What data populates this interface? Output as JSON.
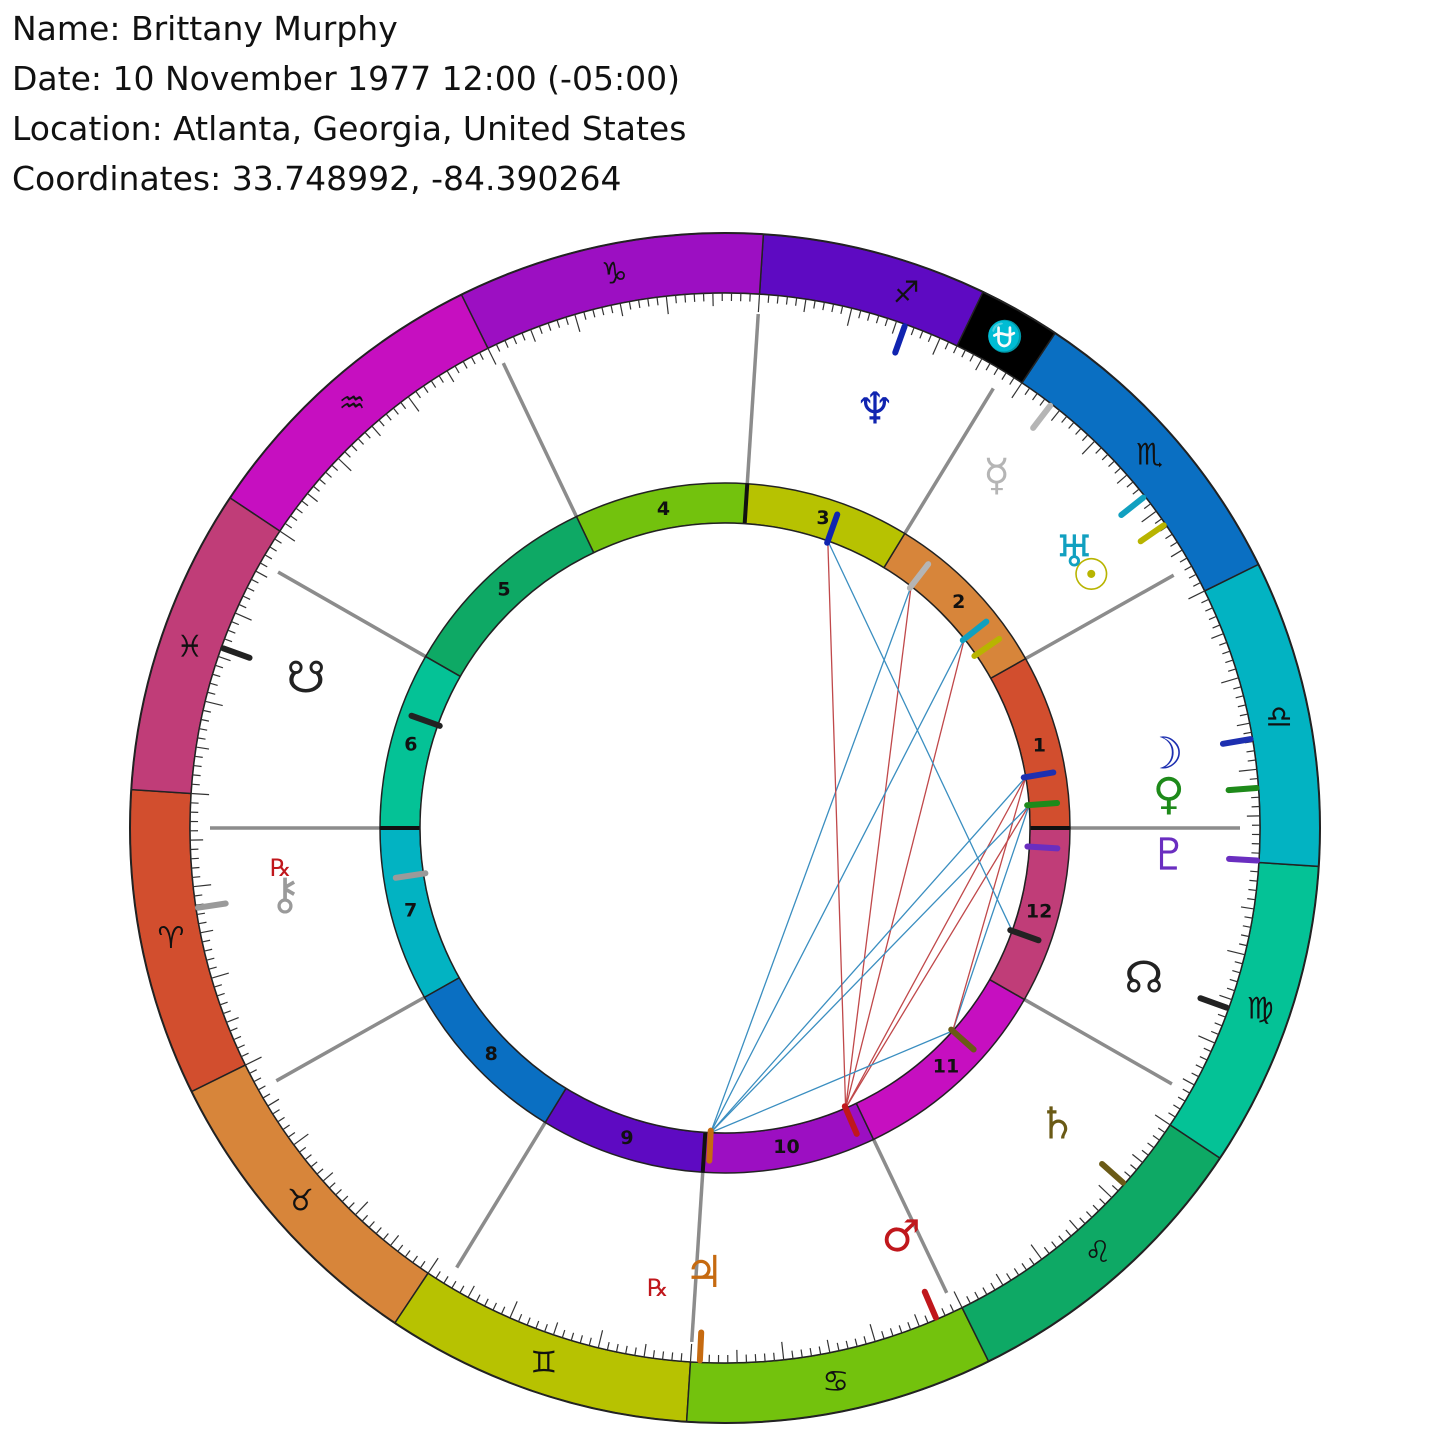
{
  "info": {
    "name": "Name: Brittany Murphy",
    "date": "Date: 10 November 1977 12:00 (-05:00)",
    "location": "Location: Atlanta, Georgia, United States",
    "coordinates": "Coordinates: 33.748992, -84.390264"
  },
  "chart_data": {
    "type": "natal-wheel",
    "ascendant": 3.7,
    "signs": [
      {
        "name": "Aries",
        "glyph": "♈",
        "color": "#d24e2e"
      },
      {
        "name": "Taurus",
        "glyph": "♉",
        "color": "#d7853a"
      },
      {
        "name": "Gemini",
        "glyph": "♊",
        "color": "#b7c201"
      },
      {
        "name": "Cancer",
        "glyph": "♋",
        "color": "#73c20d"
      },
      {
        "name": "Leo",
        "glyph": "♌",
        "color": "#0ea965"
      },
      {
        "name": "Virgo",
        "glyph": "♍",
        "color": "#04c296"
      },
      {
        "name": "Libra",
        "glyph": "♎",
        "color": "#02b3c2"
      },
      {
        "name": "Scorpio",
        "glyph": "♏",
        "color": "#0a6fc2"
      },
      {
        "name": "Sagittarius",
        "glyph": "♐",
        "color": "#5e0ac2"
      },
      {
        "name": "Capricorn",
        "glyph": "♑",
        "color": "#9c0fc2"
      },
      {
        "name": "Aquarius",
        "glyph": "♒",
        "color": "#c60fc0"
      },
      {
        "name": "Pisces",
        "glyph": "♓",
        "color": "#c03d78"
      }
    ],
    "houses": [
      {
        "number": "1",
        "cusp": 183.7,
        "color": "#d24e2e"
      },
      {
        "number": "2",
        "cusp": 213.1,
        "color": "#d7853a"
      },
      {
        "number": "3",
        "cusp": 242.3,
        "color": "#b7c201"
      },
      {
        "number": "4",
        "cusp": 270.0,
        "color": "#73c20d"
      },
      {
        "number": "5",
        "cusp": 299.2,
        "color": "#0ea965"
      },
      {
        "number": "6",
        "cusp": 333.9,
        "color": "#04c296"
      },
      {
        "number": "7",
        "cusp": 3.7,
        "color": "#02b3c2"
      },
      {
        "number": "8",
        "cusp": 33.1,
        "color": "#0a6fc2"
      },
      {
        "number": "9",
        "cusp": 62.3,
        "color": "#5e0ac2"
      },
      {
        "number": "10",
        "cusp": 90.0,
        "color": "#9c0fc2"
      },
      {
        "number": "11",
        "cusp": 119.2,
        "color": "#c60fc0"
      },
      {
        "number": "12",
        "cusp": 153.9,
        "color": "#c03d78"
      }
    ],
    "special_sign": {
      "name": "Ophiuchus",
      "glyph": "⛎",
      "start": 240.0,
      "end": 248.0,
      "color": "#000000"
    },
    "planets": [
      {
        "name": "Sun",
        "glyph": "☉",
        "lon": 218.3,
        "color": "#b8b400",
        "retro": false
      },
      {
        "name": "Moon",
        "glyph": "☽",
        "lon": 193.3,
        "color": "#1d2fb0",
        "retro": false
      },
      {
        "name": "Mercury",
        "glyph": "☿",
        "lon": 236.1,
        "color": "#b5b5b5",
        "retro": false
      },
      {
        "name": "Venus",
        "glyph": "♀",
        "lon": 188.0,
        "color": "#1e8a1a",
        "retro": false
      },
      {
        "name": "Mars",
        "glyph": "♂",
        "lon": 117.0,
        "color": "#c0171c",
        "retro": false
      },
      {
        "name": "Jupiter",
        "glyph": "♃",
        "lon": 91.0,
        "color": "#c66a10",
        "retro": true,
        "rx_label": "℞"
      },
      {
        "name": "Saturn",
        "glyph": "♄",
        "lon": 142.0,
        "color": "#6a5a16",
        "retro": false
      },
      {
        "name": "Uranus",
        "glyph": "♅",
        "lon": 222.0,
        "color": "#11a0c0",
        "retro": false
      },
      {
        "name": "Neptune",
        "glyph": "♆",
        "lon": 254.0,
        "color": "#1024b0",
        "retro": false
      },
      {
        "name": "Pluto",
        "glyph": "♇",
        "lon": 180.2,
        "color": "#6a2ec0",
        "retro": false
      },
      {
        "name": "North Node",
        "glyph": "☊",
        "lon": 164.0,
        "color": "#222222",
        "retro": false
      },
      {
        "name": "South Node",
        "glyph": "☋",
        "lon": 344.0,
        "color": "#222222",
        "retro": false
      },
      {
        "name": "Chiron",
        "glyph": "⚷",
        "lon": 12.3,
        "color": "#9a9a9a",
        "retro": true,
        "rx_label": "℞"
      }
    ],
    "aspects": [
      {
        "from": "Saturn",
        "to": "Venus",
        "color": "#3a8ec0"
      },
      {
        "from": "Saturn",
        "to": "Moon",
        "color": "#c0484a"
      },
      {
        "from": "Mars",
        "to": "Venus",
        "color": "#c0484a"
      },
      {
        "from": "Mars",
        "to": "Moon",
        "color": "#c0484a"
      },
      {
        "from": "Mars",
        "to": "Mercury",
        "color": "#c0484a"
      },
      {
        "from": "Mars",
        "to": "Uranus",
        "color": "#c0484a"
      },
      {
        "from": "Jupiter",
        "to": "Moon",
        "color": "#3a8ec0"
      },
      {
        "from": "Jupiter",
        "to": "Venus",
        "color": "#3a8ec0"
      },
      {
        "from": "Jupiter",
        "to": "Uranus",
        "color": "#3a8ec0"
      },
      {
        "from": "Jupiter",
        "to": "Saturn",
        "color": "#3a8ec0"
      },
      {
        "from": "Jupiter",
        "to": "Mercury",
        "color": "#3a8ec0"
      },
      {
        "from": "North Node",
        "to": "Neptune",
        "color": "#3a8ec0"
      },
      {
        "from": "Mars",
        "to": "Neptune",
        "color": "#c0484a"
      }
    ]
  }
}
